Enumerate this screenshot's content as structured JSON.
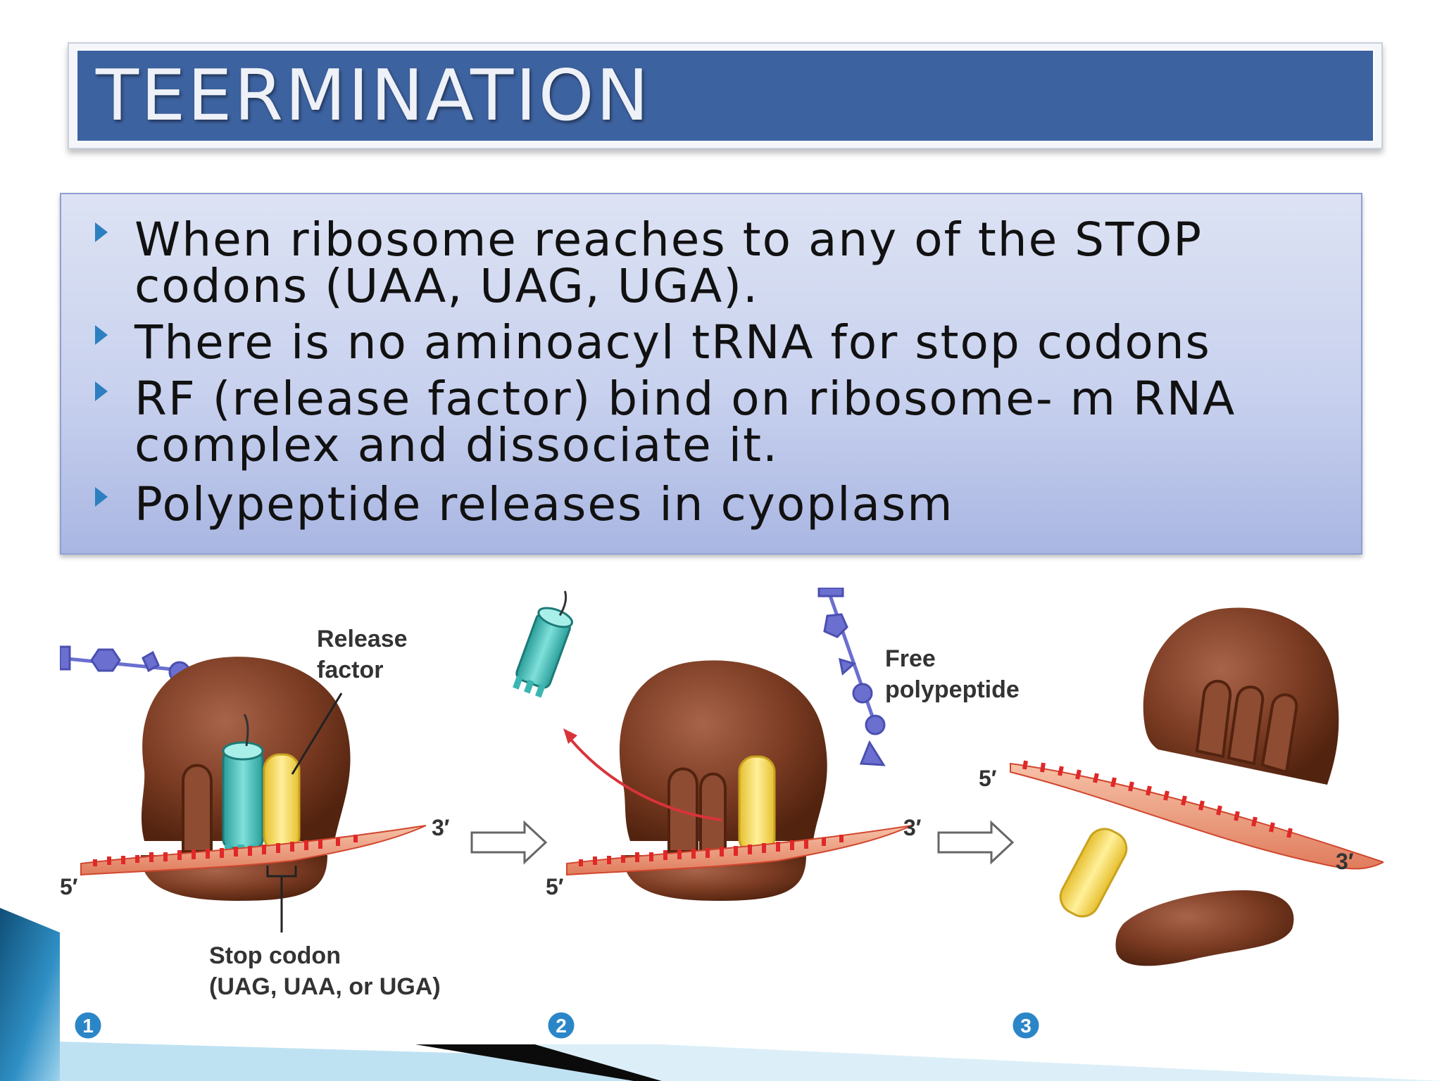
{
  "slide": {
    "title": "TEERMINATION",
    "bullets": [
      {
        "line1": "When ribosome reaches to any of the STOP",
        "line2": "codons (UAA, UAG, UGA)."
      },
      {
        "line1": "There is no aminoacyl tRNA for stop codons",
        "line2": ""
      },
      {
        "line1": "RF (release factor) bind on ribosome- m RNA",
        "line2": "complex and dissociate it."
      },
      {
        "line1": "Polypeptide releases in cyoplasm",
        "line2": ""
      }
    ]
  },
  "diagram": {
    "labels": {
      "release_factor_1": "Release",
      "release_factor_2": "factor",
      "free_polypeptide_1": "Free",
      "free_polypeptide_2": "polypeptide",
      "stop_codon_1": "Stop codon",
      "stop_codon_2": "(UAG, UAA, or UGA)",
      "five_prime": "5′",
      "three_prime": "3′"
    },
    "step_numbers": [
      "1",
      "2",
      "3"
    ]
  },
  "colors": {
    "title_bar": "#3d62a0",
    "ribosome": "#7a3b22",
    "trna": "#3bb6b2",
    "release_factor": "#f2d55a",
    "mrna": "#e23a3a",
    "step_badge": "#2b86c8"
  }
}
